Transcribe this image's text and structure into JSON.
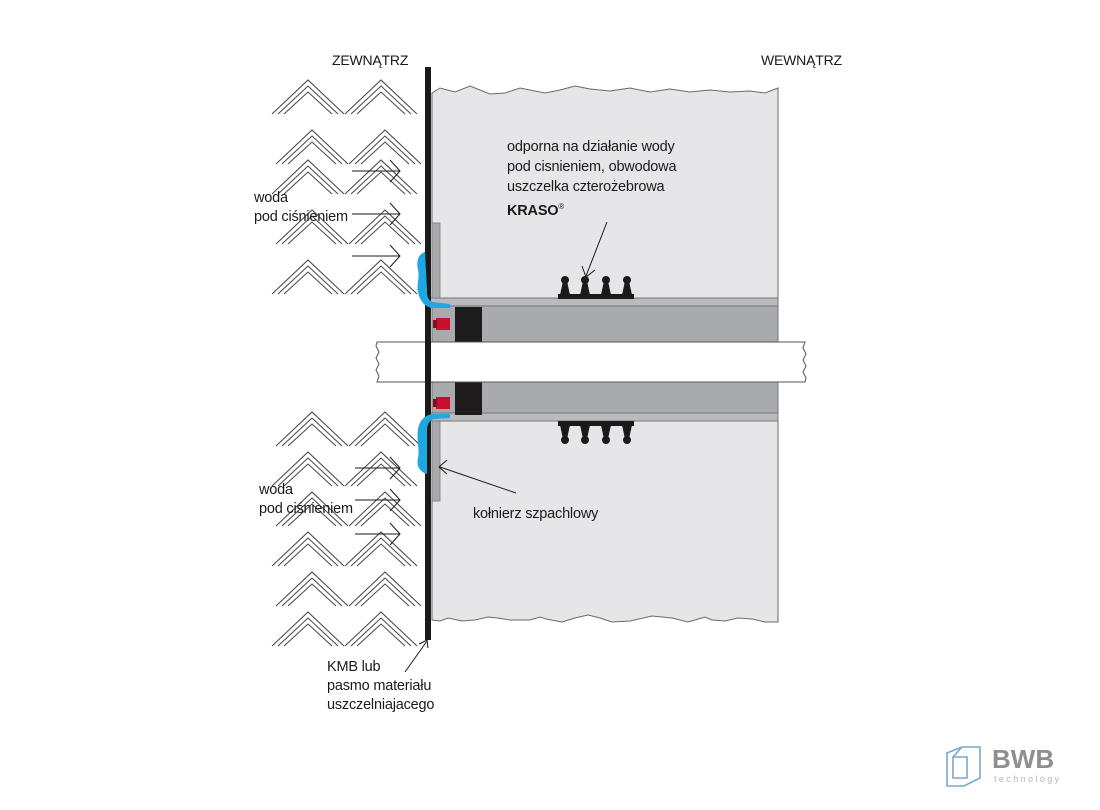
{
  "labels": {
    "outside": "ZEWNĄTRZ",
    "inside": "WEWNĄTRZ",
    "water_top": [
      "woda",
      "pod ciśnieniem"
    ],
    "water_bottom": [
      "woda",
      "pod ciśnieniem"
    ],
    "seal_description": [
      "odporna na działanie wody",
      "pod cisnieniem, obwodowa",
      "uszczelka czterożebrowa"
    ],
    "seal_brand": "KRASO",
    "seal_brand_mark": "®",
    "flange": "kołnierz szpachlowy",
    "membrane": [
      "KMB lub",
      "pasmo materiału",
      "uszczelniajacego"
    ]
  },
  "logo": {
    "name": "BWB",
    "tagline": "technology"
  },
  "colors": {
    "concrete": "#e6e6e8",
    "sleeve": "#a9aaad",
    "sealant_blue": "#1ea7e1",
    "seal_red": "#c8102e",
    "membrane_black": "#1a1a1a",
    "logo_blue": "#7ba7c9"
  }
}
